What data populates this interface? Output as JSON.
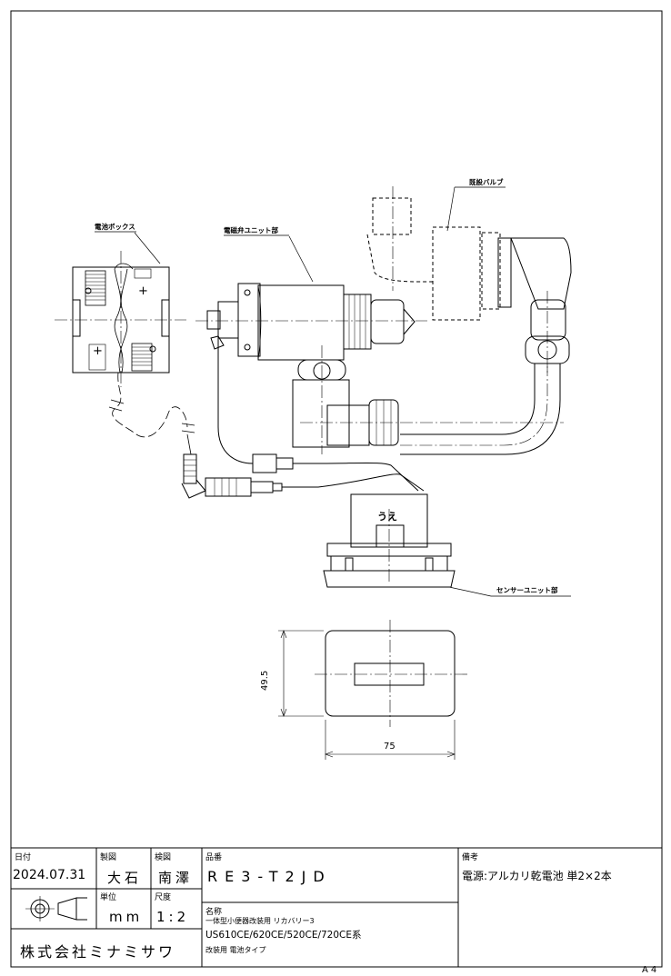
{
  "callouts": {
    "battery_box": "電池ボックス",
    "solenoid_unit": "電磁弁ユニット部",
    "existing_valve": "既設バルブ",
    "sensor_unit": "センサーユニット部",
    "up_mark": "うえ"
  },
  "dimensions": {
    "height": "49.5",
    "width": "75"
  },
  "title_block": {
    "date_label": "日付",
    "date_value": "2024.07.31",
    "drawn_label": "製図",
    "drawn_value": "大石",
    "checked_label": "検図",
    "checked_value": "南澤",
    "unit_label": "単位",
    "unit_value": "mm",
    "scale_label": "尺度",
    "scale_value": "1:2",
    "company": "株式会社ミナミサワ",
    "part_no_label": "品番",
    "part_no_value": "RE3-T2JD",
    "name_label": "名称",
    "name_line1": "一体型小便器改装用 リカバリー3",
    "name_line2": "US610CE/620CE/520CE/720CE系",
    "name_line3": "改装用 電池タイプ",
    "remarks_label": "備考",
    "remarks_value": "電源:アルカリ乾電池 単2×2本"
  },
  "sheet_size": "A4"
}
